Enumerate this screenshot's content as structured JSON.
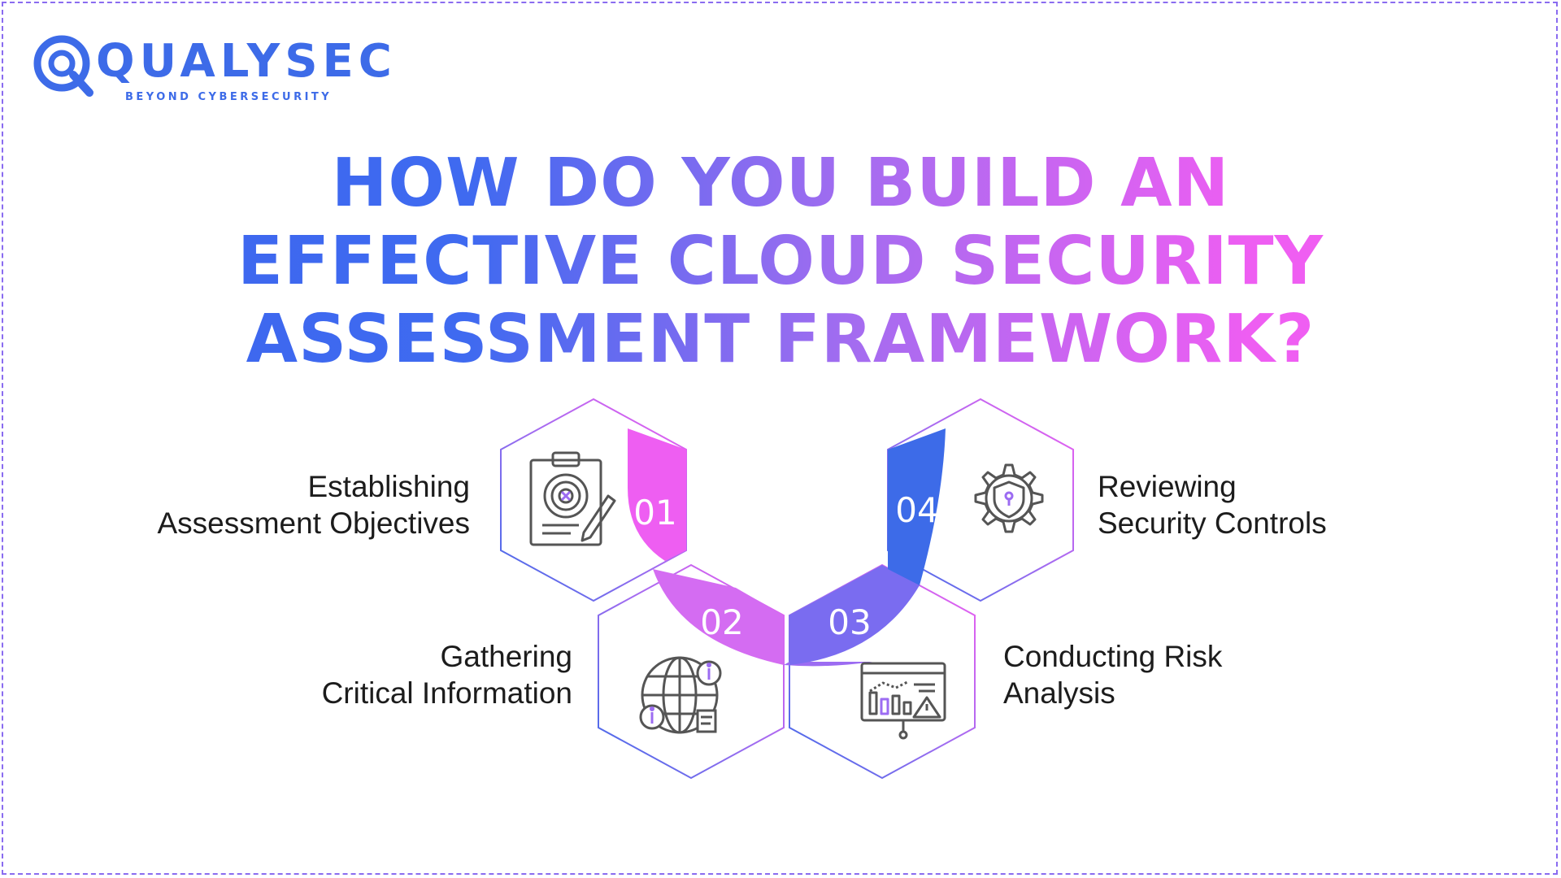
{
  "logo": {
    "wordmark": "QUALYSEC",
    "tagline": "BEYOND CYBERSECURITY"
  },
  "title": {
    "line1": "HOW DO YOU BUILD AN",
    "line2": "EFFECTIVE CLOUD SECURITY",
    "line3": "ASSESSMENT FRAMEWORK?"
  },
  "steps": [
    {
      "number": "01",
      "line1": "Establishing",
      "line2": "Assessment Objectives",
      "icon": "clipboard-target-icon"
    },
    {
      "number": "02",
      "line1": "Gathering",
      "line2": "Critical Information",
      "icon": "globe-info-icon"
    },
    {
      "number": "03",
      "line1": "Conducting Risk",
      "line2": "Analysis",
      "icon": "chart-warning-board-icon"
    },
    {
      "number": "04",
      "line1": "Reviewing",
      "line2": "Security Controls",
      "icon": "gear-shield-icon"
    }
  ],
  "colors": {
    "blue": "#3d6be8",
    "purple": "#9c6cf2",
    "pink": "#f15ef0",
    "icon": "#555555",
    "text": "#1c1c1c"
  }
}
